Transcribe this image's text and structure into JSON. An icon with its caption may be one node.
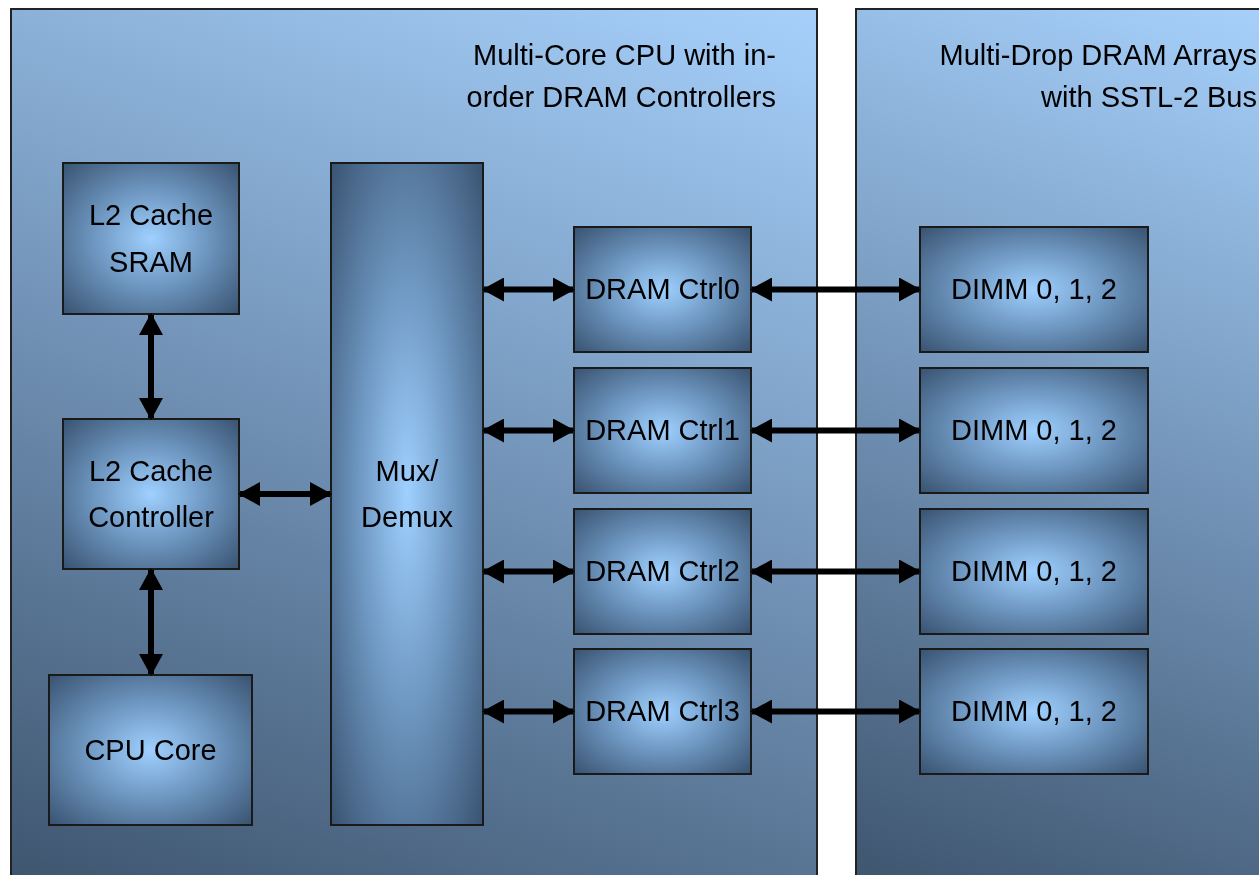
{
  "diagram": {
    "nodes": [
      {
        "text": [
          "Multi-Core CPU with in-order DRAM Controllers"
        ]
      },
      {
        "text": [
          "Multi-Drop DRAM Arrays with SSTL-2 Bus"
        ]
      },
      {
        "text": [
          "L2 Cache SRAM"
        ],
        "in": 0
      },
      {
        "text": [
          "L2 Cache Controller"
        ],
        "in": 0
      },
      {
        "text": [
          "CPU Core"
        ],
        "in": 0
      },
      {
        "text": [
          "Mux/ Demux"
        ],
        "in": 0
      },
      {
        "text": [
          "DRAM Ctrl0"
        ],
        "in": 0
      },
      {
        "text": [
          "DRAM Ctrl1"
        ],
        "in": 0
      },
      {
        "text": [
          "DRAM Ctrl2"
        ],
        "in": 0
      },
      {
        "text": [
          "DRAM Ctrl3"
        ],
        "in": 0
      },
      {
        "text": [
          "DIMM 0, 1, 2"
        ],
        "in": 1
      },
      {
        "text": [
          "DIMM 0, 1, 2"
        ],
        "in": 1
      },
      {
        "text": [
          "DIMM 0, 1, 2"
        ],
        "in": 1
      },
      {
        "text": [
          "DIMM 0, 1, 2"
        ],
        "in": 1
      }
    ],
    "edges": [
      {
        "from": 2,
        "to": 3,
        "arrow": "both"
      },
      {
        "from": 3,
        "to": 4,
        "arrow": "both"
      },
      {
        "from": 3,
        "to": 5,
        "arrow": "both"
      },
      {
        "from": 5,
        "to": 6,
        "arrow": "both"
      },
      {
        "from": 5,
        "to": 7,
        "arrow": "both"
      },
      {
        "from": 5,
        "to": 8,
        "arrow": "both"
      },
      {
        "from": 5,
        "to": 9,
        "arrow": "both"
      },
      {
        "from": 6,
        "to": 10,
        "arrow": "both"
      },
      {
        "from": 7,
        "to": 11,
        "arrow": "both"
      },
      {
        "from": 8,
        "to": 12,
        "arrow": "both"
      },
      {
        "from": 9,
        "to": 13,
        "arrow": "both"
      }
    ]
  }
}
